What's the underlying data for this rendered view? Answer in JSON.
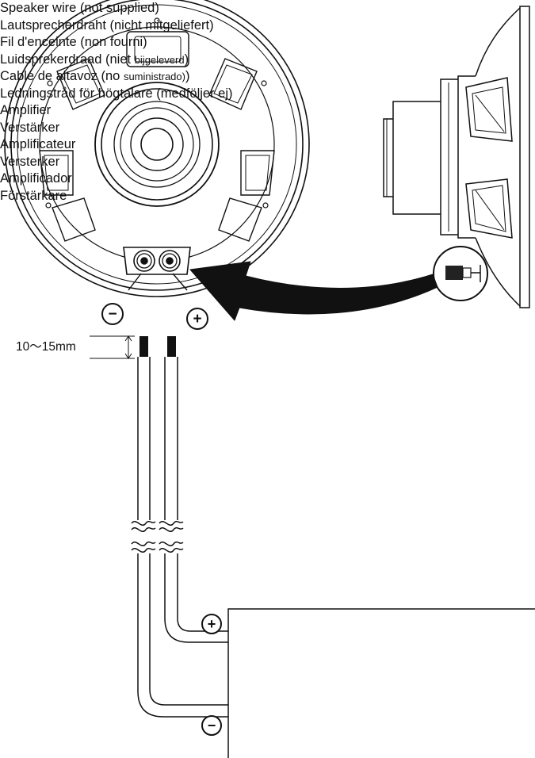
{
  "dimension_label": "10～15mm",
  "wire_caption": [
    {
      "main": "Speaker wire (not supplied)",
      "small": "",
      "tail": ""
    },
    {
      "main": "Lautsprecherdraht (nicht mitgeliefert)",
      "small": "",
      "tail": ""
    },
    {
      "main": "Fil d'enceinte (non fourni)",
      "small": "",
      "tail": ""
    },
    {
      "main": "Luidsprekerdraad (niet ",
      "small": "bijgeleverd",
      "tail": ")"
    },
    {
      "main": "Cable de altavoz (no ",
      "small": "suministrado)",
      "tail": ")"
    },
    {
      "main": "Ledningstråd för högtalare (medföljer ej)",
      "small": "",
      "tail": ""
    }
  ],
  "amplifier_labels": [
    "Amplifier",
    "Verstärker",
    "Amplificateur",
    "Versterker",
    "Amplificador",
    "Förstärkare"
  ],
  "symbols": {
    "negative": "−",
    "positive": "+"
  },
  "colors": {
    "line": "#111111",
    "arrow": "#111111",
    "background": "#ffffff"
  }
}
